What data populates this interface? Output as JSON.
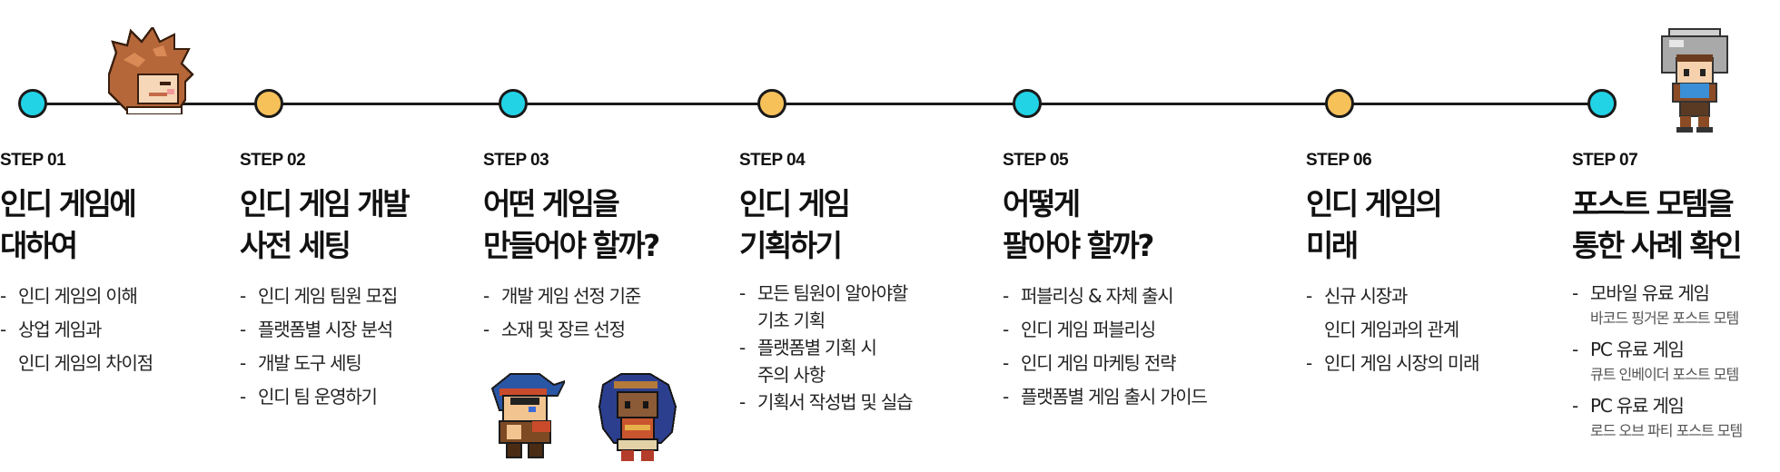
{
  "colors": {
    "cyan": "#22d3e6",
    "amber": "#f7c15a",
    "line": "#1a1a1a"
  },
  "dots": [
    {
      "color": "cyan"
    },
    {
      "color": "amber"
    },
    {
      "color": "cyan"
    },
    {
      "color": "amber"
    },
    {
      "color": "cyan"
    },
    {
      "color": "amber"
    },
    {
      "color": "cyan"
    }
  ],
  "steps": [
    {
      "label": "STEP 01",
      "title": [
        "인디 게임에",
        "대하여"
      ],
      "items": [
        {
          "text": "인디 게임의 이해"
        },
        {
          "text": "상업 게임과",
          "cont": "인디 게임의 차이점"
        }
      ]
    },
    {
      "label": "STEP 02",
      "title": [
        "인디 게임 개발",
        "사전 세팅"
      ],
      "items": [
        {
          "text": "인디 게임 팀원 모집"
        },
        {
          "text": "플랫폼별 시장 분석"
        },
        {
          "text": "개발 도구 세팅"
        },
        {
          "text": "인디 팀 운영하기"
        }
      ]
    },
    {
      "label": "STEP 03",
      "title": [
        "어떤 게임을",
        "만들어야 할까?"
      ],
      "items": [
        {
          "text": "개발 게임 선정 기준"
        },
        {
          "text": "소재 및 장르 선정"
        }
      ]
    },
    {
      "label": "STEP 04",
      "title": [
        "인디 게임",
        "기획하기"
      ],
      "items": [
        {
          "text": "모든 팀원이 알아야할",
          "cont": "기초 기획"
        },
        {
          "text": "플랫폼별 기획 시",
          "cont": "주의 사항"
        },
        {
          "text": "기획서 작성법 및 실습"
        }
      ]
    },
    {
      "label": "STEP 05",
      "title": [
        "어떻게",
        "팔아야 할까?"
      ],
      "items": [
        {
          "text": "퍼블리싱 & 자체 출시"
        },
        {
          "text": "인디 게임 퍼블리싱"
        },
        {
          "text": "인디 게임 마케팅 전략"
        },
        {
          "text": "플랫폼별 게임 출시 가이드"
        }
      ]
    },
    {
      "label": "STEP 06",
      "title": [
        "인디 게임의",
        "미래"
      ],
      "items": [
        {
          "text": "신규 시장과",
          "cont": "인디 게임과의 관계"
        },
        {
          "text": "인디 게임 시장의 미래"
        }
      ]
    },
    {
      "label": "STEP 07",
      "title": [
        "포스트 모템을",
        "통한 사례 확인"
      ],
      "items": [
        {
          "text": "모바일 유료 게임",
          "sub": "바코드 핑거몬 포스트 모템"
        },
        {
          "text": "PC 유료 게임",
          "sub": "큐트 인베이더 포스트 모템"
        },
        {
          "text": "PC 유료 게임",
          "sub": "로드 오브 파티 포스트 모템"
        }
      ]
    }
  ],
  "sprites": [
    "hedgehog-character-sprite",
    "knight-character-sprite",
    "bandana-warrior-sprite",
    "blue-hair-girl-sprite"
  ]
}
